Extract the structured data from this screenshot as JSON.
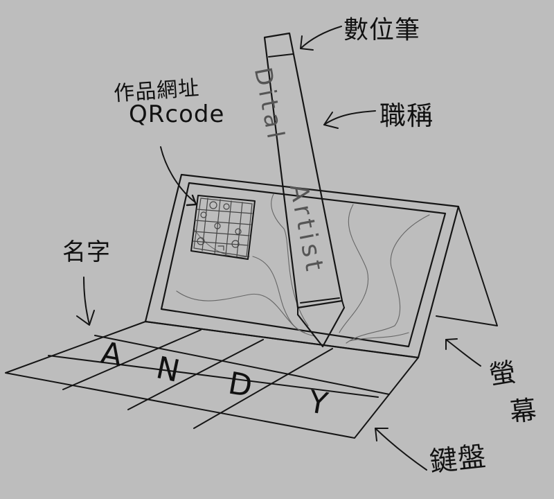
{
  "sketch": {
    "background": "#bdbdbd",
    "ink_color": "#151515",
    "labels": {
      "pen": "數位筆",
      "job_title": "職稱",
      "portfolio_url": "作品網址",
      "qrcode": "QRcode",
      "name": "名字",
      "screen_line1": "螢",
      "screen_line2": "幕",
      "keyboard": "鍵盤"
    },
    "pen": {
      "text_top": "Dital",
      "text_bottom": "Artist"
    },
    "keyboard": {
      "rows": 2,
      "cols": 4,
      "letters": [
        "A",
        "N",
        "D",
        "Y"
      ]
    }
  }
}
